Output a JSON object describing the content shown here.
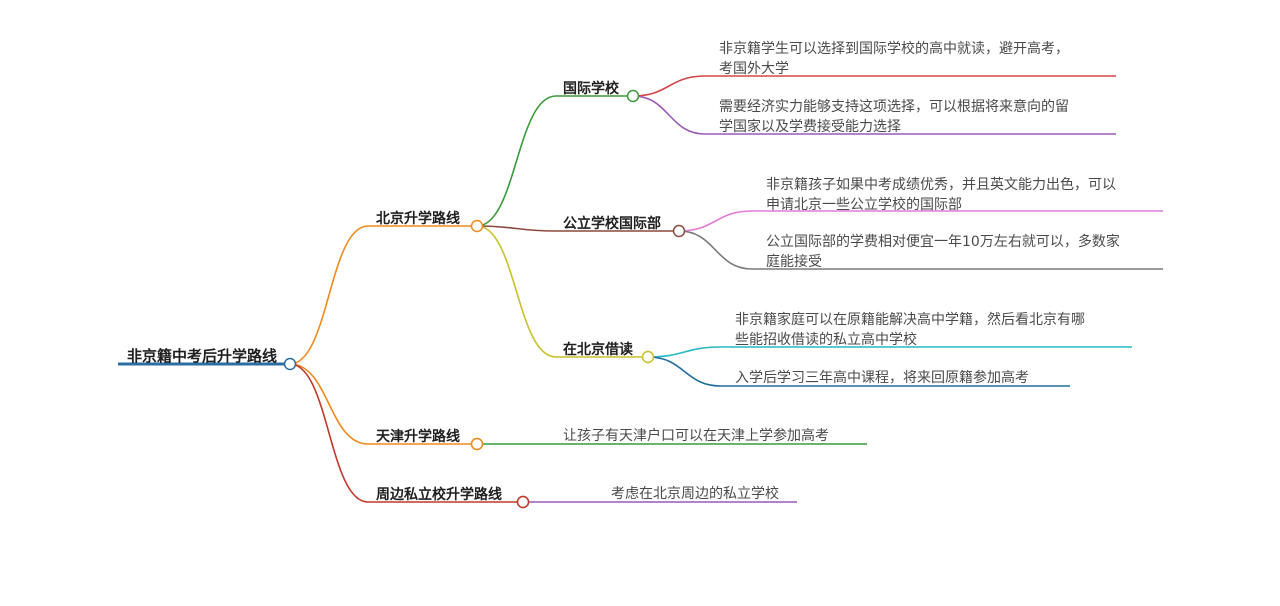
{
  "mindmap": {
    "root": {
      "label": "非京籍中考后升学路线",
      "color": "#2b6ea3"
    },
    "branches": [
      {
        "label": "北京升学路线",
        "color": "#f08a1e",
        "children": [
          {
            "label": "国际学校",
            "color": "#3a9a3a",
            "leaves": [
              {
                "lines": [
                  "非京籍学生可以选择到国际学校的高中就读，避开高考，",
                  "考国外大学"
                ],
                "color": "#d64545"
              },
              {
                "lines": [
                  "需要经济实力能够支持这项选择，可以根据将来意向的留",
                  "学国家以及学费接受能力选择"
                ],
                "color": "#9b59b6"
              }
            ]
          },
          {
            "label": "公立学校国际部",
            "color": "#8b4a3c",
            "leaves": [
              {
                "lines": [
                  "非京籍孩子如果中考成绩优秀，并且英文能力出色，可以",
                  "申请北京一些公立学校的国际部"
                ],
                "color": "#e07ad6"
              },
              {
                "lines": [
                  "公立国际部的学费相对便宜一年10万左右就可以，多数家",
                  "庭能接受"
                ],
                "color": "#7a7a7a"
              }
            ]
          },
          {
            "label": "在北京借读",
            "color": "#c9c227",
            "leaves": [
              {
                "lines": [
                  "非京籍家庭可以在原籍能解决高中学籍，然后看北京有哪",
                  "些能招收借读的私立高中学校"
                ],
                "color": "#27b8c2"
              },
              {
                "lines": [
                  "入学后学习三年高中课程，将来回原籍参加高考"
                ],
                "color": "#1f6f9a"
              }
            ]
          }
        ]
      },
      {
        "label": "天津升学路线",
        "color": "#f08a1e",
        "leaves": [
          {
            "lines": [
              "让孩子有天津户口可以在天津上学参加高考"
            ],
            "color": "#3a9a3a"
          }
        ]
      },
      {
        "label": "周边私立校升学路线",
        "color": "#c0392b",
        "leaves": [
          {
            "lines": [
              "考虑在北京周边的私立学校"
            ],
            "color": "#9b59b6"
          }
        ]
      }
    ]
  }
}
